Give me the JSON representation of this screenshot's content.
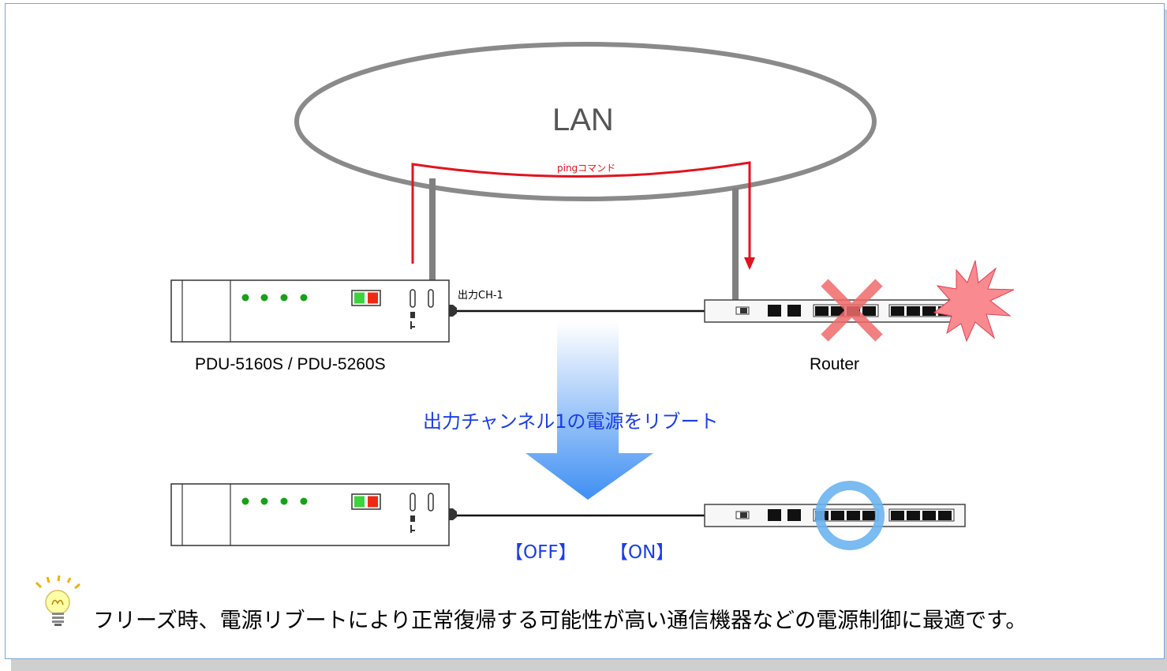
{
  "labels": {
    "lan": "LAN",
    "ping": "pingコマンド",
    "output_channel": "出力CH-1",
    "pdu_model": "PDU-5160S / PDU-5260S",
    "router": "Router",
    "reboot_action": "出力チャンネル1の電源をリブート",
    "off": "【OFF】",
    "on": "【ON】"
  },
  "note": {
    "icon": "lightbulb-icon",
    "text": "フリーズ時、電源リブートにより正常復帰する可能性が高い通信機器などの電源制御に最適です。"
  },
  "colors": {
    "frame_border": "#7aa6d9",
    "ping_arrow": "#e0141e",
    "reboot_text": "#1a3ee6",
    "failure_cross": "#f06a6a",
    "recovery_ring": "#6cb4ef",
    "led_green": "#18a018"
  }
}
